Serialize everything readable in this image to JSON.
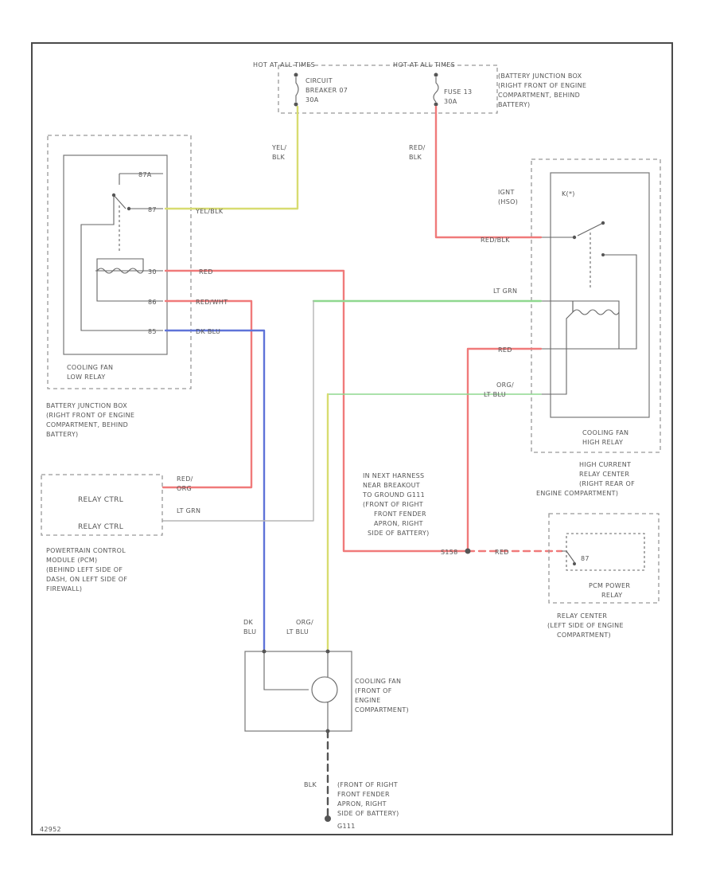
{
  "colors": {
    "yellow": "#d8dc70",
    "red": "#f07a7a",
    "blue": "#5f73d8",
    "green": "#8fd88f",
    "gray": "#b5b5b5",
    "black": "#555555"
  },
  "fuses": {
    "hot_left": "HOT AT ALL TIMES",
    "hot_right": "HOT AT ALL TIMES",
    "cb_line1": "CIRCUIT",
    "cb_line2": "BREAKER 07",
    "cb_line3": "30A",
    "fuse_line1": "FUSE 13",
    "fuse_line2": "30A",
    "bjb_line1": "(BATTERY JUNCTION BOX",
    "bjb_line2": "(RIGHT FRONT OF ENGINE",
    "bjb_line3": "COMPARTMENT, BEHIND",
    "bjb_line4": "BATTERY)"
  },
  "low_relay": {
    "pin_top": "87A",
    "pin_87": "87",
    "pin_30": "30",
    "pin_86": "86",
    "pin_85": "85",
    "name1": "COOLING FAN",
    "name2": "LOW RELAY",
    "loc1": "BATTERY JUNCTION BOX",
    "loc2": "(RIGHT FRONT OF ENGINE",
    "loc3": "COMPARTMENT, BEHIND",
    "loc4": "BATTERY)"
  },
  "high_relay": {
    "ign": "IGNT",
    "ign2": "(HSO)",
    "k_top": "K(*)",
    "name1": "COOLING FAN",
    "name2": "HIGH RELAY",
    "loc1": "HIGH CURRENT",
    "loc2": "RELAY CENTER",
    "loc3": "(RIGHT REAR OF",
    "loc4": "ENGINE COMPARTMENT)"
  },
  "wires": {
    "yel_blk_1": "YEL/",
    "yel_blk_2": "BLK",
    "yel_blk_h": "YEL/BLK",
    "red_blk_1": "RED/",
    "red_blk_2": "BLK",
    "red_blk_h": "RED/BLK",
    "red_a": "RED",
    "red_wht": "RED/WHT",
    "dk_blu": "DK BLU",
    "lt_grn": "LT GRN",
    "red_b": "RED",
    "org_1": "ORG/",
    "org_2": "LT BLU",
    "red_c": "RED",
    "dkblu_v1": "DK",
    "dkblu_v2": "BLU",
    "orglt_v1": "ORG/",
    "orglt_v2": "LT BLU",
    "blk": "BLK"
  },
  "pcm": {
    "relay1": "RELAY CTRL",
    "relay2": "RELAY CTRL",
    "w1a": "RED/",
    "w1b": "ORG",
    "w2": "LT GRN",
    "loc1": "POWERTRAIN CONTROL",
    "loc2": "MODULE (PCM)",
    "loc3": "(BEHIND LEFT SIDE OF",
    "loc4": "DASH, ON LEFT SIDE OF",
    "loc5": "FIREWALL)"
  },
  "splice": {
    "l1": "IN NEXT HARNESS",
    "l2": "NEAR BREAKOUT",
    "l3": "TO GROUND G111",
    "l4": "(FRONT OF RIGHT",
    "l5": "FRONT FENDER",
    "l6": "APRON, RIGHT",
    "l7": "SIDE OF BATTERY)",
    "id": "S158"
  },
  "pcm_relay": {
    "name1": "PCM POWER",
    "name2": "RELAY",
    "loc1": "RELAY CENTER",
    "loc2": "(LEFT SIDE OF ENGINE",
    "loc3": "COMPARTMENT)"
  },
  "fan": {
    "l1": "COOLING FAN",
    "l2": "(FRONT OF",
    "l3": "ENGINE",
    "l4": "COMPARTMENT)"
  },
  "ground": {
    "l1": "(FRONT OF RIGHT",
    "l2": "FRONT FENDER",
    "l3": "APRON, RIGHT",
    "l4": "SIDE OF BATTERY)",
    "id": "G111"
  },
  "footer": {
    "code": "42952"
  }
}
